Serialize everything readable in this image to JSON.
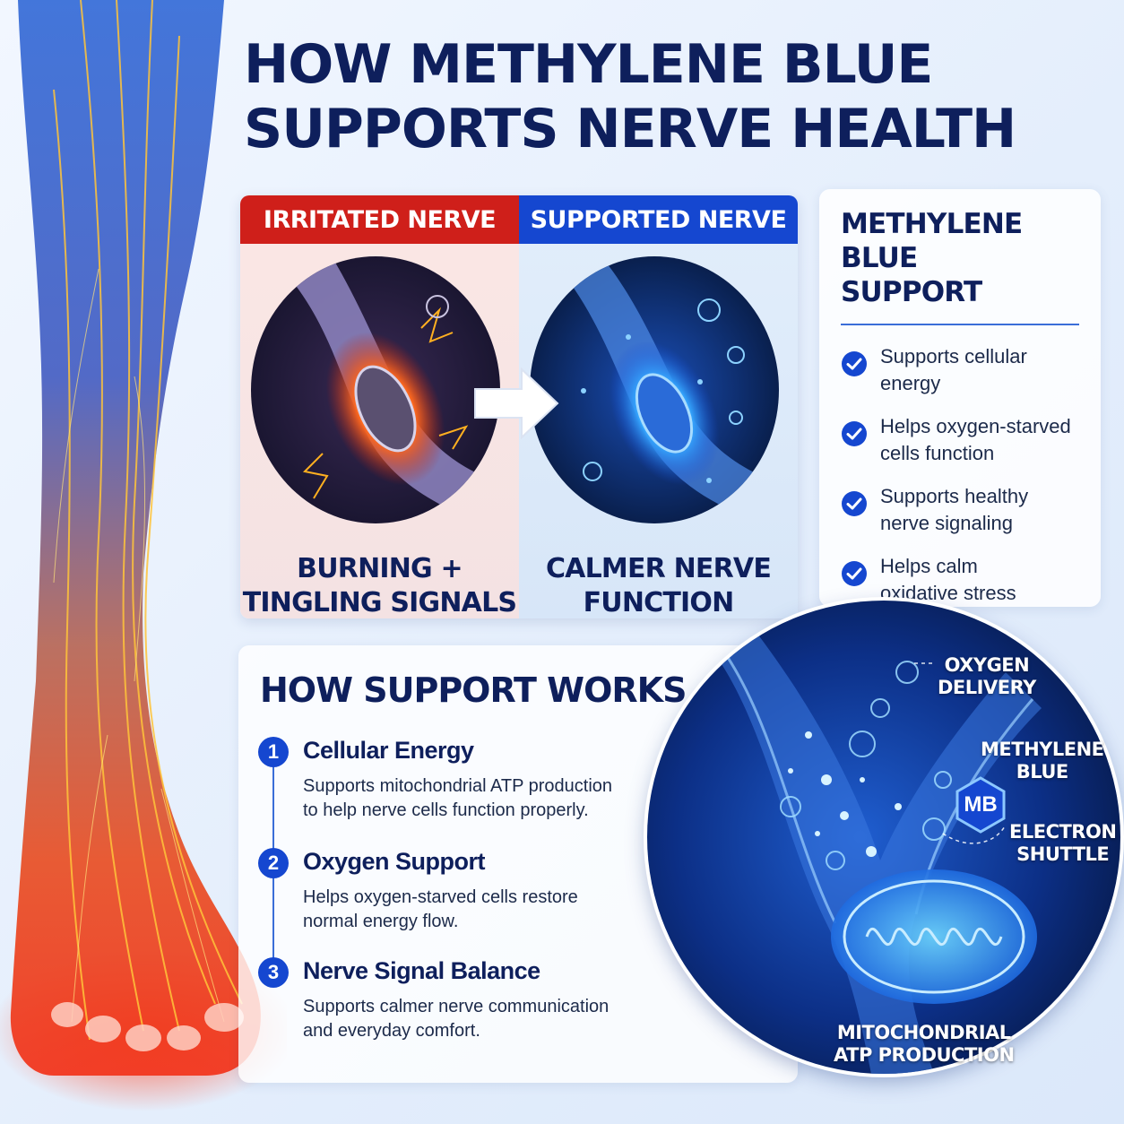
{
  "title": {
    "line1": "HOW METHYLENE BLUE",
    "line2": "SUPPORTS NERVE HEALTH"
  },
  "comparison": {
    "left": {
      "header": "IRRITATED NERVE",
      "caption_line1": "BURNING +",
      "caption_line2": "TINGLING SIGNALS"
    },
    "right": {
      "header": "SUPPORTED NERVE",
      "caption_line1": "CALMER NERVE",
      "caption_line2": "FUNCTION"
    }
  },
  "support_panel": {
    "title_line1": "METHYLENE BLUE",
    "title_line2": "SUPPORT",
    "items": [
      {
        "line1": "Supports cellular",
        "line2": "energy"
      },
      {
        "line1": "Helps oxygen-starved",
        "line2": "cells function"
      },
      {
        "line1": "Supports healthy",
        "line2": "nerve signaling"
      },
      {
        "line1": "Helps calm",
        "line2": "oxidative stress"
      }
    ]
  },
  "how_support_works": {
    "title": "HOW SUPPORT WORKS",
    "steps": [
      {
        "num": "1",
        "title": "Cellular Energy",
        "desc_line1": "Supports mitochondrial ATP production",
        "desc_line2": "to help nerve cells function properly."
      },
      {
        "num": "2",
        "title": "Oxygen Support",
        "desc_line1": "Helps oxygen-starved cells restore",
        "desc_line2": "normal energy flow."
      },
      {
        "num": "3",
        "title": "Nerve Signal Balance",
        "desc_line1": "Supports calmer nerve communication",
        "desc_line2": "and everyday comfort."
      }
    ]
  },
  "diagram_labels": {
    "oxygen_line1": "OXYGEN",
    "oxygen_line2": "DELIVERY",
    "mb_line1": "METHYLENE",
    "mb_line2": "BLUE",
    "mb_badge": "MB",
    "electron_line1": "ELECTRON",
    "electron_line2": "SHUTTLE",
    "mito_line1": "MITOCHONDRIAL",
    "mito_line2": "ATP PRODUCTION"
  },
  "colors": {
    "navy": "#0e1f5c",
    "irritated_red": "#cf1f1a",
    "supported_blue": "#1547d0",
    "accent_blue": "#3a6ed8"
  }
}
